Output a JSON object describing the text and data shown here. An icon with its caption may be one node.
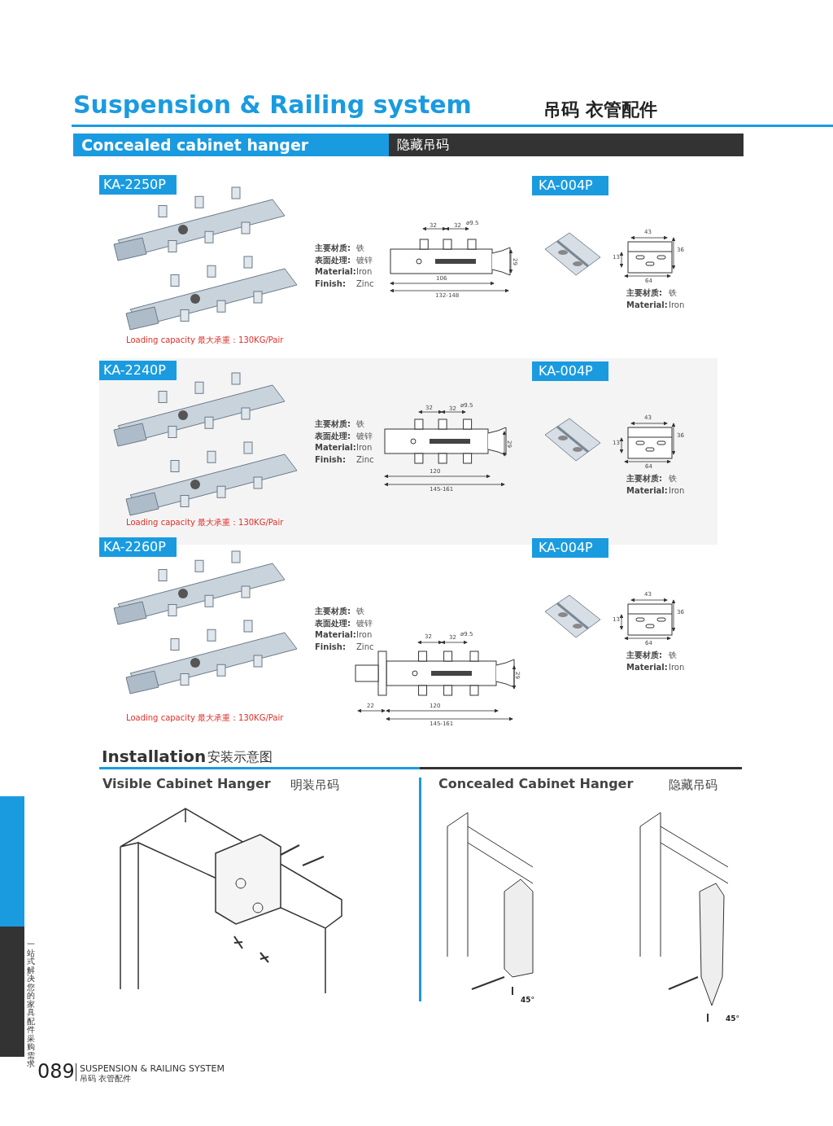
{
  "diagram": {
    "title": "Suspension & Railing system",
    "nodes": [
      {
        "text": [],
        "shape": "bar"
      },
      {
        "text": [],
        "shape": "bar"
      }
    ],
    "labels": [
      "吊码 衣管配件",
      "Concealed cabinet hanger",
      "隐藏吊码",
      "KA-2250P",
      "KA-004P",
      "主要材质:",
      "铁",
      "表面处理:",
      "镀锌",
      "Material:",
      "Iron",
      "Finish:",
      "Zinc",
      "32",
      "32",
      "ø9.5",
      "29",
      "106",
      "132-148",
      "43",
      "36",
      "13",
      "64",
      "主要材质:",
      "铁",
      "Material:",
      "Iron",
      "Loading capacity 最大承重：130KG/Pair",
      "KA-2240P",
      "KA-004P",
      "主要材质:",
      "铁",
      "表面处理:",
      "镀锌",
      "Material:",
      "Iron",
      "Finish:",
      "Zinc",
      "32",
      "32",
      "ø9.5",
      "29",
      "120",
      "145-161",
      "43",
      "36",
      "13",
      "64",
      "主要材质:",
      "铁",
      "Material:",
      "Iron",
      "Loading capacity 最大承重：130KG/Pair",
      "KA-2260P",
      "KA-004P",
      "主要材质:",
      "铁",
      "表面处理:",
      "镀锌",
      "Material:",
      "Iron",
      "Finish:",
      "Zinc",
      "32",
      "32",
      "ø9.5",
      "29",
      "22",
      "120",
      "145-161",
      "43",
      "36",
      "13",
      "64",
      "主要材质:",
      "铁",
      "Material:",
      "Iron",
      "Loading capacity 最大承重：130KG/Pair",
      "Installation",
      "安装示意图",
      "Visible Cabinet Hanger",
      "明装吊码",
      "Concealed Cabinet Hanger",
      "隐藏吊码",
      "45°",
      "45°",
      "089",
      "SUSPENSION & RAILING SYSTEM",
      "吊码 衣管配件",
      "一站式解决您的家具配件采购需求"
    ]
  }
}
